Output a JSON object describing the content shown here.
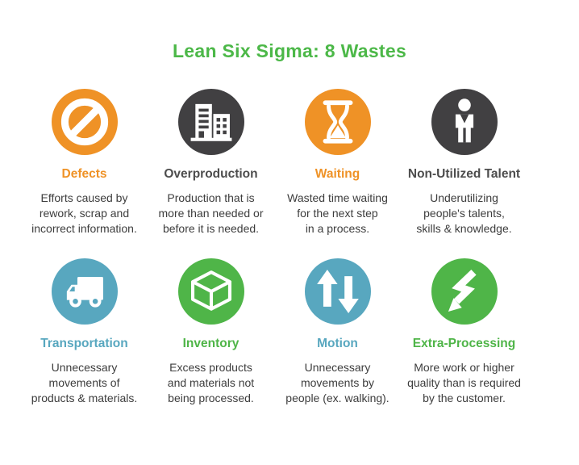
{
  "title": "Lean Six Sigma: 8 Wastes",
  "title_color": "#4CB848",
  "text_color": "#3D3D3D",
  "wastes": [
    {
      "name": "Defects",
      "icon": "no-entry-icon",
      "color": "#EF9226",
      "description": "Efforts caused by\nrework, scrap and\nincorrect information."
    },
    {
      "name": "Overproduction",
      "icon": "buildings-icon",
      "color": "#414042",
      "label_color": "#4D4D4D",
      "description": "Production that is\nmore than needed or\nbefore it is needed."
    },
    {
      "name": "Waiting",
      "icon": "hourglass-icon",
      "color": "#EF9226",
      "description": "Wasted time waiting\nfor the next step\nin a process."
    },
    {
      "name": "Non-Utilized Talent",
      "icon": "person-icon",
      "color": "#414042",
      "label_color": "#4D4D4D",
      "description": "Underutilizing\npeople's talents,\nskills & knowledge."
    },
    {
      "name": "Transportation",
      "icon": "truck-icon",
      "color": "#58A7BF",
      "description": "Unnecessary\nmovements of\nproducts & materials."
    },
    {
      "name": "Inventory",
      "icon": "cube-icon",
      "color": "#4FB548",
      "description": "Excess products\nand materials not\nbeing processed."
    },
    {
      "name": "Motion",
      "icon": "arrows-up-down-icon",
      "color": "#58A7BF",
      "description": "Unnecessary\nmovements by\npeople (ex. walking)."
    },
    {
      "name": "Extra-Processing",
      "icon": "lightning-arrow-icon",
      "color": "#4FB548",
      "description": "More work or higher\nquality than is required\nby the customer."
    }
  ]
}
